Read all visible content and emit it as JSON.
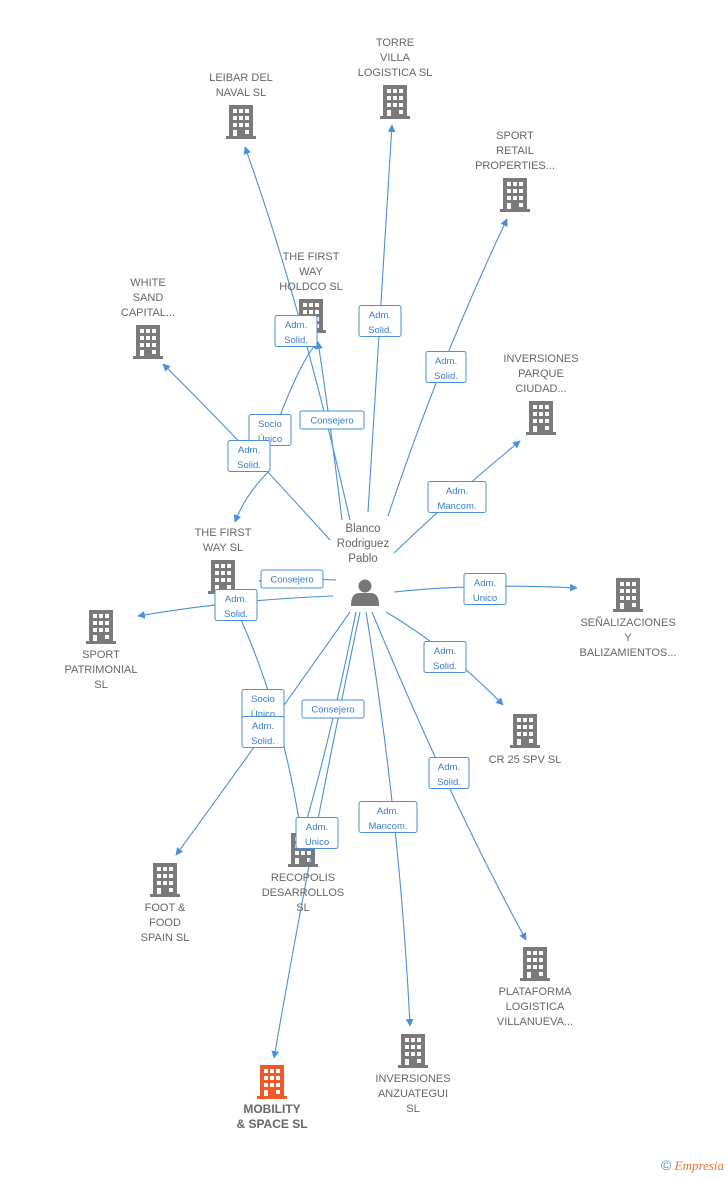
{
  "colors": {
    "edge": "#4a90d9",
    "building": "#7a7a7a",
    "focus_building": "#f05a28",
    "person": "#777777"
  },
  "person": {
    "label_lines": [
      "Blanco",
      "Rodriguez",
      "Pablo"
    ],
    "icon": "person-icon"
  },
  "nodes": [
    {
      "id": "leibar",
      "lines": [
        "LEIBAR DEL",
        "NAVAL  SL"
      ]
    },
    {
      "id": "torre",
      "lines": [
        "TORRE",
        "VILLA",
        "LOGISTICA  SL"
      ]
    },
    {
      "id": "sport_retail",
      "lines": [
        "SPORT",
        "RETAIL",
        "PROPERTIES..."
      ]
    },
    {
      "id": "white_sand",
      "lines": [
        "WHITE",
        "SAND",
        "CAPITAL..."
      ]
    },
    {
      "id": "first_way_holdco",
      "lines": [
        "THE FIRST",
        "WAY",
        "HOLDCO  SL"
      ]
    },
    {
      "id": "inversiones_parque",
      "lines": [
        "INVERSIONES",
        "PARQUE",
        "CIUDAD..."
      ]
    },
    {
      "id": "first_way",
      "lines": [
        "THE FIRST",
        "WAY  SL"
      ]
    },
    {
      "id": "senalizaciones",
      "lines": [
        "SEÑALIZACIONES",
        "Y",
        "BALIZAMIENTOS..."
      ]
    },
    {
      "id": "sport_patrimonial",
      "lines": [
        "SPORT",
        "PATRIMONIAL",
        "SL"
      ]
    },
    {
      "id": "cr25",
      "lines": [
        "CR 25 SPV  SL"
      ]
    },
    {
      "id": "foot_food",
      "lines": [
        "FOOT &",
        "FOOD",
        "SPAIN  SL"
      ]
    },
    {
      "id": "recopolis",
      "lines": [
        "RECOPOLIS",
        "DESARROLLOS",
        "SL"
      ]
    },
    {
      "id": "plataforma",
      "lines": [
        "PLATAFORMA",
        "LOGISTICA",
        "VILLANUEVA..."
      ]
    },
    {
      "id": "inversiones_anzuategui",
      "lines": [
        "INVERSIONES",
        "ANZUATEGUI",
        "SL"
      ]
    },
    {
      "id": "mobility",
      "lines": [
        "MOBILITY",
        "& SPACE  SL"
      ],
      "focus": true
    }
  ],
  "edge_labels": [
    {
      "id": "l1",
      "lines": [
        "Adm.",
        "Solid."
      ]
    },
    {
      "id": "l2",
      "lines": [
        "Adm.",
        "Solid."
      ]
    },
    {
      "id": "l3",
      "lines": [
        "Adm.",
        "Solid."
      ]
    },
    {
      "id": "l4",
      "lines": [
        "Socio",
        "Único"
      ]
    },
    {
      "id": "l5",
      "lines": [
        "Consejero"
      ]
    },
    {
      "id": "l6",
      "lines": [
        "Adm.",
        "Solid."
      ]
    },
    {
      "id": "l7",
      "lines": [
        "Adm.",
        "Mancom."
      ]
    },
    {
      "id": "l8",
      "lines": [
        "Consejero"
      ]
    },
    {
      "id": "l9",
      "lines": [
        "Adm.",
        "Solid."
      ]
    },
    {
      "id": "l10",
      "lines": [
        "Adm.",
        "Unico"
      ]
    },
    {
      "id": "l11",
      "lines": [
        "Adm.",
        "Solid."
      ]
    },
    {
      "id": "l12",
      "lines": [
        "Socio",
        "Único"
      ]
    },
    {
      "id": "l13",
      "lines": [
        "Adm.",
        "Solid."
      ]
    },
    {
      "id": "l14",
      "lines": [
        "Consejero"
      ]
    },
    {
      "id": "l15",
      "lines": [
        "Adm.",
        "Unico"
      ]
    },
    {
      "id": "l16",
      "lines": [
        "Adm.",
        "Mancom."
      ]
    },
    {
      "id": "l17",
      "lines": [
        "Adm.",
        "Solid."
      ]
    }
  ],
  "footer": {
    "copyright_symbol": "©",
    "brand": "Empresia"
  }
}
